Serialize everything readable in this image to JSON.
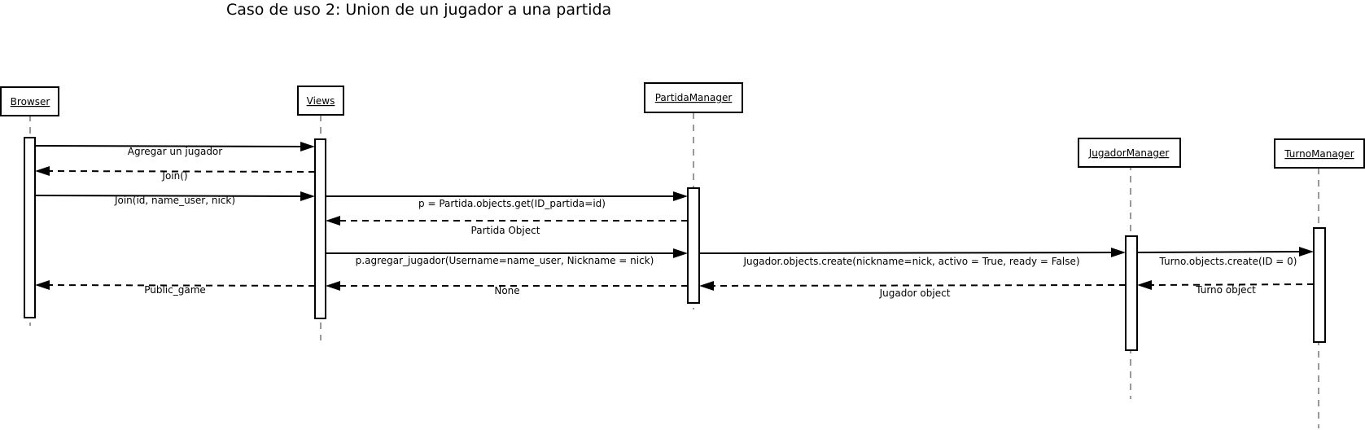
{
  "diagram": {
    "title": "Caso de uso 2: Union de un jugador a una partida",
    "actors": [
      {
        "id": "browser",
        "label": "Browser"
      },
      {
        "id": "views",
        "label": "Views"
      },
      {
        "id": "partida",
        "label": "PartidaManager"
      },
      {
        "id": "jugador",
        "label": "JugadorManager"
      },
      {
        "id": "turno",
        "label": "TurnoManager"
      }
    ],
    "messages": [
      {
        "id": "m1",
        "from": "browser",
        "to": "views",
        "label": "Agregar un jugador",
        "kind": "sync"
      },
      {
        "id": "m2",
        "from": "views",
        "to": "browser",
        "label": "Join()",
        "kind": "return"
      },
      {
        "id": "m3",
        "from": "browser",
        "to": "views",
        "label": "Join(id, name_user, nick)",
        "kind": "sync"
      },
      {
        "id": "m4",
        "from": "views",
        "to": "partida",
        "label": "p = Partida.objects.get(ID_partida=id)",
        "kind": "sync"
      },
      {
        "id": "m5",
        "from": "partida",
        "to": "views",
        "label": "Partida Object",
        "kind": "return"
      },
      {
        "id": "m6",
        "from": "views",
        "to": "partida",
        "label": "p.agregar_jugador(Username=name_user, Nickname = nick)",
        "kind": "sync"
      },
      {
        "id": "m7",
        "from": "partida",
        "to": "jugador",
        "label": "Jugador.objects.create(nickname=nick, activo = True, ready = False)",
        "kind": "sync"
      },
      {
        "id": "m8",
        "from": "jugador",
        "to": "turno",
        "label": "Turno.objects.create(ID = 0)",
        "kind": "sync"
      },
      {
        "id": "m9",
        "from": "turno",
        "to": "jugador",
        "label": "Turno object",
        "kind": "return"
      },
      {
        "id": "m10",
        "from": "jugador",
        "to": "partida",
        "label": "Jugador object",
        "kind": "return"
      },
      {
        "id": "m11",
        "from": "partida",
        "to": "views",
        "label": "None",
        "kind": "return"
      },
      {
        "id": "m12",
        "from": "views",
        "to": "browser",
        "label": "Public_game",
        "kind": "return"
      }
    ]
  }
}
